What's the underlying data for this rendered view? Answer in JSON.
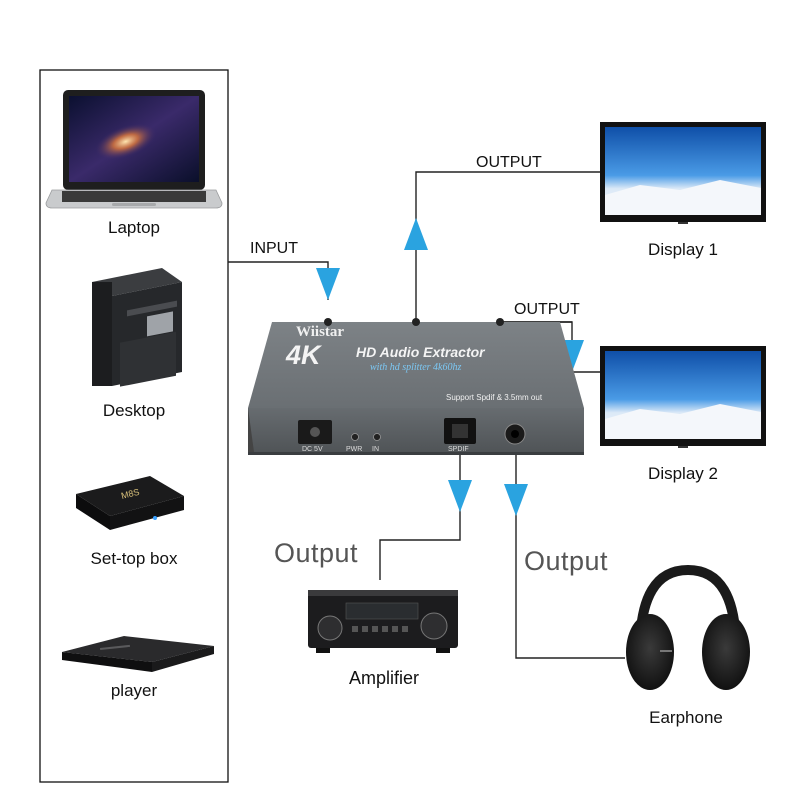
{
  "sources": {
    "laptop": "Laptop",
    "desktop": "Desktop",
    "settop": "Set-top box",
    "player": "player"
  },
  "device": {
    "brand": "Wiistar",
    "model": "4K",
    "title": "HD Audio Extractor",
    "subtitle": "with hd splitter 4k60hz",
    "support_note": "Support Spdif & 3.5mm out",
    "port_dc": "DC 5V",
    "port_pwr": "PWR",
    "port_in": "IN",
    "port_spdif": "SPDIF"
  },
  "connections": {
    "input": "INPUT",
    "output1": "OUTPUT",
    "output2": "OUTPUT",
    "output_amp": "Output",
    "output_ear": "Output"
  },
  "displays": {
    "display1": "Display 1",
    "display2": "Display 2"
  },
  "audio": {
    "amplifier": "Amplifier",
    "earphone": "Earphone"
  },
  "colors": {
    "arrow": "#2aa3e0",
    "device_body": "#6e7377",
    "screen_sky": "#2d7fd1"
  }
}
